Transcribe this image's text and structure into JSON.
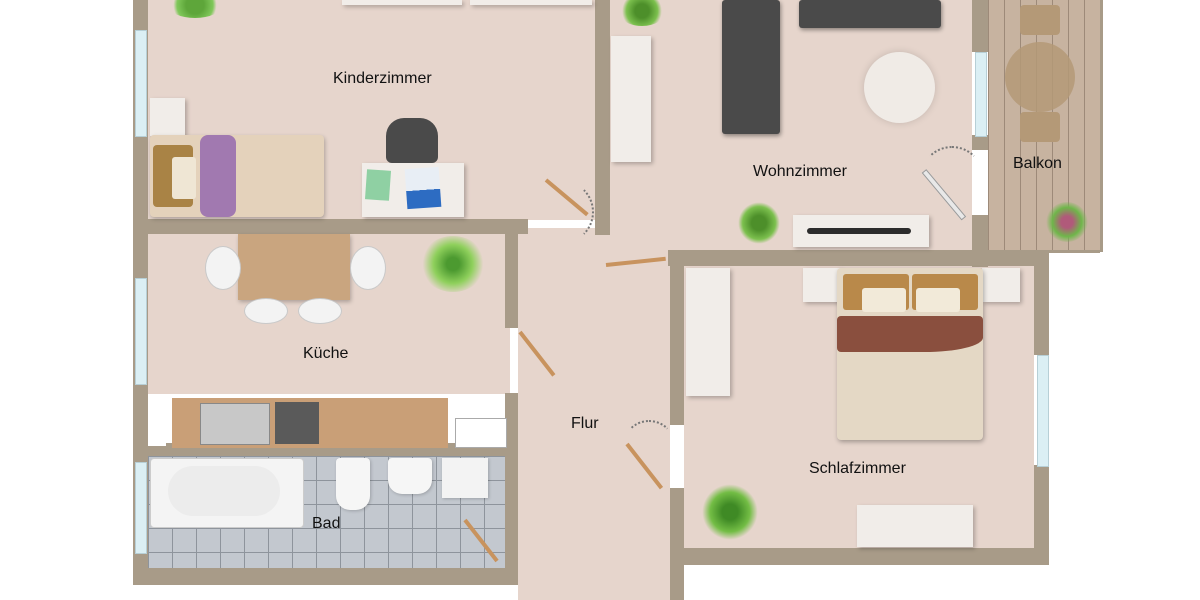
{
  "plan": {
    "rooms": [
      {
        "id": "kinderzimmer",
        "label": "Kinderzimmer"
      },
      {
        "id": "wohnzimmer",
        "label": "Wohnzimmer"
      },
      {
        "id": "balkon",
        "label": "Balkon"
      },
      {
        "id": "kueche",
        "label": "Küche"
      },
      {
        "id": "flur",
        "label": "Flur"
      },
      {
        "id": "bad",
        "label": "Bad"
      },
      {
        "id": "schlafzimmer",
        "label": "Schlafzimmer"
      }
    ],
    "colors": {
      "floor": "#e6d5cc",
      "wall": "#a89b88",
      "deck": "#c7b3a0",
      "tiles": "#c3c8cf",
      "door": "#c8935e",
      "window": "#dbeff4"
    }
  }
}
